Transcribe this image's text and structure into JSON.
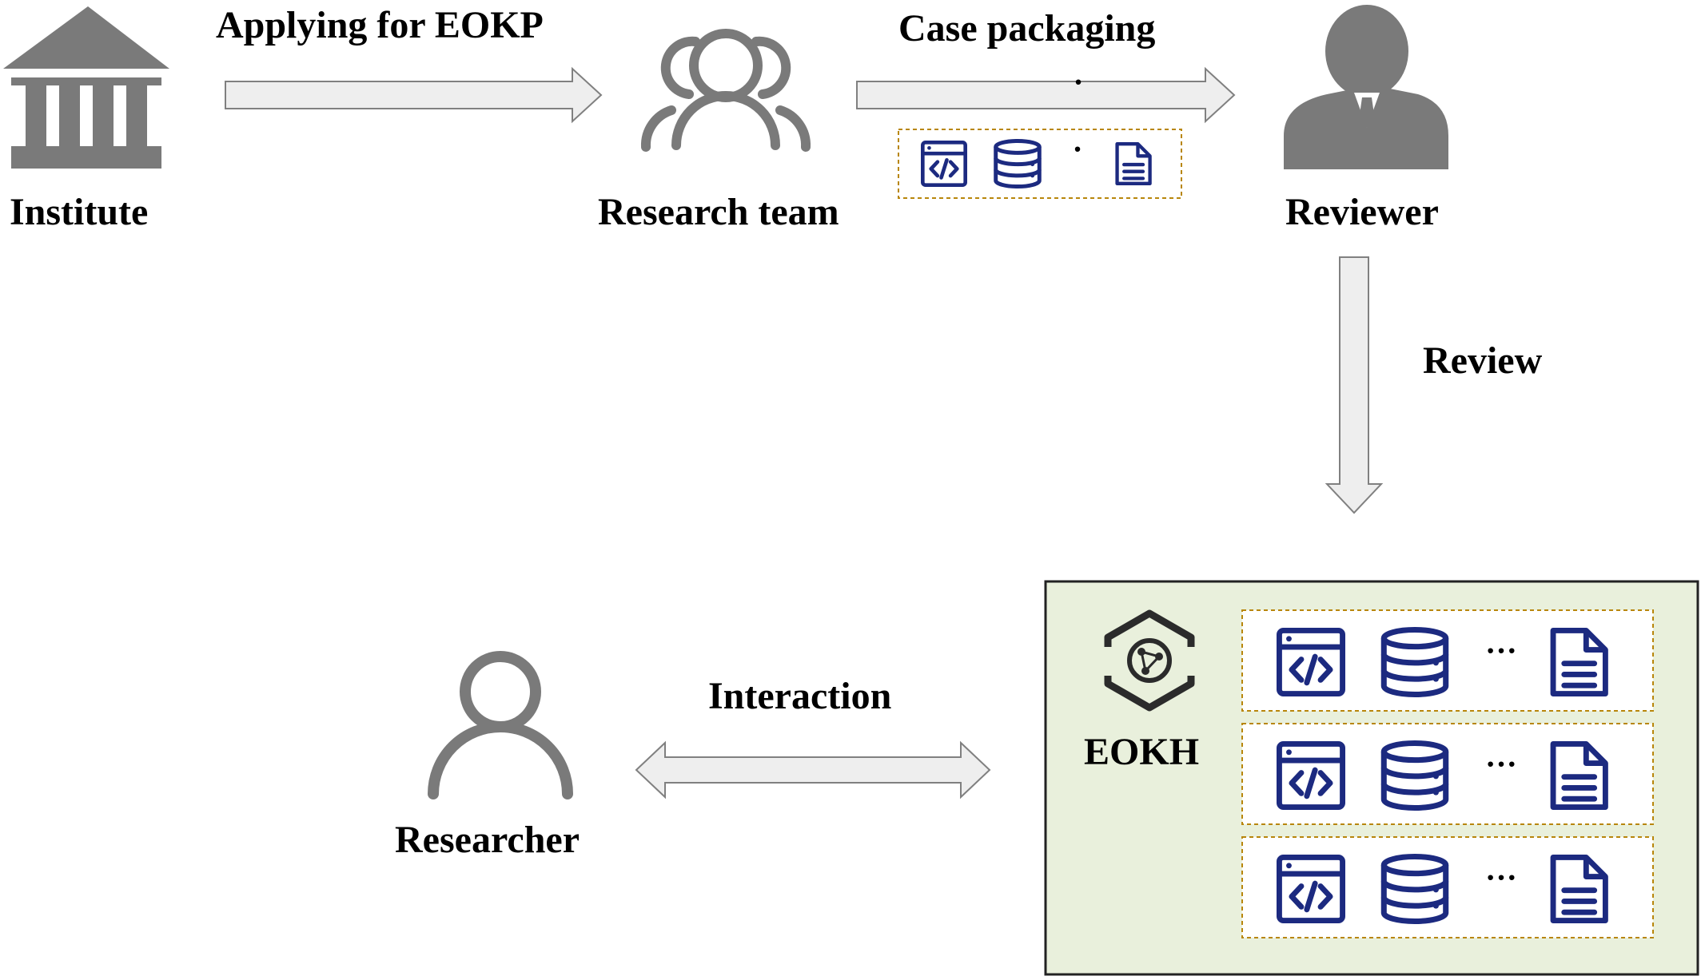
{
  "nodes": {
    "institute": {
      "label": "Institute",
      "icon": "institute-building-icon"
    },
    "research_team": {
      "label": "Research team",
      "icon": "research-team-icon"
    },
    "reviewer": {
      "label": "Reviewer",
      "icon": "reviewer-person-icon"
    },
    "researcher": {
      "label": "Researcher",
      "icon": "researcher-person-icon"
    },
    "eokh": {
      "label": "EOKH",
      "icon": "eokh-network-hexagon-icon"
    }
  },
  "edges": {
    "apply": {
      "label": "Applying for EOKP",
      "from": "institute",
      "to": "research_team"
    },
    "packaging": {
      "label": "Case packaging",
      "from": "research_team",
      "to": "reviewer"
    },
    "review": {
      "label": "Review",
      "from": "reviewer",
      "to": "eokh"
    },
    "interaction": {
      "label": "Interaction",
      "from": "researcher",
      "to": "eokh",
      "bidirectional": true
    }
  },
  "package": {
    "items": [
      "code-window-icon",
      "database-icon",
      "document-icon"
    ],
    "ellipsis": "·"
  },
  "eokh_repository": {
    "rows": 3,
    "items": [
      "code-window-icon",
      "database-icon",
      "document-icon"
    ],
    "ellipsis": "···"
  },
  "colors": {
    "icon_gray": "#7a7a7a",
    "icon_navy": "#1c2a80",
    "arrow_fill": "#eeeeee",
    "arrow_stroke": "#808080",
    "dashed_border": "#b8860b",
    "eokh_background": "#e9f0dc"
  }
}
